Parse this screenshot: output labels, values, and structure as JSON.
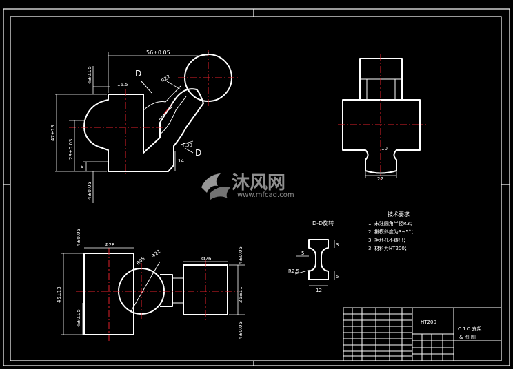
{
  "drawing": {
    "view_top_left": {
      "dims": {
        "width_top": "56±0.05",
        "r_fillet": "R22",
        "d_width": "16.5",
        "height_top": "4±0.05",
        "total_height": "47±13",
        "mid_height": "28±0.03",
        "small_9": "9",
        "bottom_height": "4±0.05",
        "r30": "R30",
        "small_14": "14"
      },
      "section_mark_top": "D",
      "section_mark_bottom": "D"
    },
    "view_top_right": {
      "dims": {
        "width_22": "22",
        "r10": "10"
      }
    },
    "view_bottom_left": {
      "dims": {
        "dia_left": "Φ28",
        "dia_right": "Φ26",
        "r45": "R45",
        "r22": "Φ22",
        "height_left": "45±13",
        "lower_left": "4±0.05",
        "top_left": "4±0.05",
        "right_top": "4±0.05",
        "right_mid": "26±11",
        "right_bottom": "4±0.05"
      }
    },
    "section_dd": {
      "title": "D-D旋转",
      "dims": {
        "d5": "5",
        "d3": "3",
        "r25": "R2.5",
        "d12": "12",
        "d5b": "5"
      }
    },
    "tech_requirements": {
      "title": "技术要求",
      "items": [
        "1. 未注圆角半径R3；",
        "2. 拔模斜度为3~5°；",
        "3. 毛坯孔不铸出；",
        "3. 材料为HT200；"
      ]
    },
    "title_block": {
      "material": "HT200",
      "part_name_line1": "C 1 0 支架",
      "part_name_line2": "& 图 图"
    }
  },
  "watermark": {
    "brand": "沐风网",
    "url": "www.mfcad.com"
  }
}
